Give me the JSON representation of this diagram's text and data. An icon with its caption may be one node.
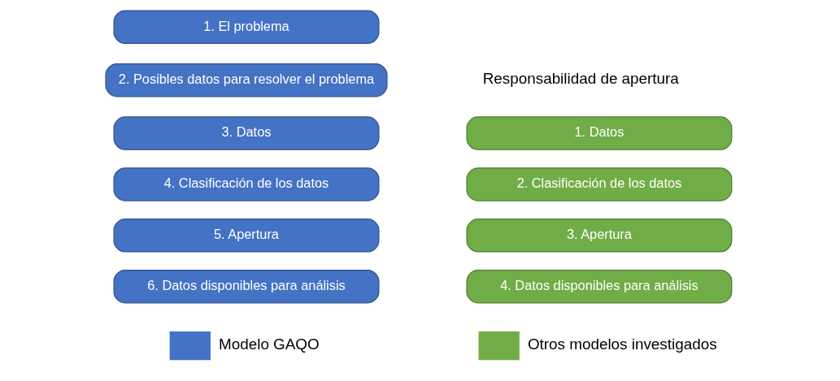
{
  "diagram": {
    "nodes": [
      {
        "text": [
          "1. El problema"
        ]
      },
      {
        "text": [
          "2. Posibles datos para resolver el problema"
        ]
      },
      {
        "text": [
          "3. Datos"
        ]
      },
      {
        "text": [
          "4. Clasificación de los datos"
        ]
      },
      {
        "text": [
          "5. Apertura"
        ]
      },
      {
        "text": [
          "6. Datos disponibles para análisis"
        ]
      },
      {
        "text": [
          "1. Datos"
        ]
      },
      {
        "text": [
          "2. Clasificación de los datos"
        ]
      },
      {
        "text": [
          "3. Apertura"
        ]
      },
      {
        "text": [
          "4. Datos disponibles para análisis"
        ]
      }
    ],
    "edges": [],
    "labels": [
      "Responsabilidad de apertura"
    ],
    "legend": [
      {
        "text": "Modelo GAQO",
        "color": "#4472c4"
      },
      {
        "text": "Otros modelos investigados",
        "color": "#70ad47"
      }
    ]
  }
}
